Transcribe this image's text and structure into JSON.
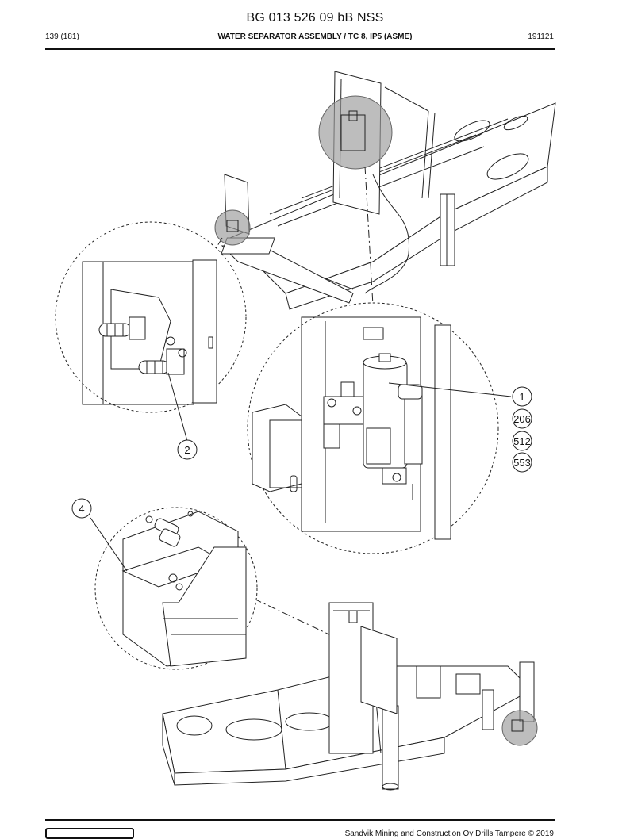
{
  "header": {
    "doc_number": "BG 013 526 09 bB NSS",
    "page": "139 (181)",
    "title": "WATER SEPARATOR ASSEMBLY / TC 8, IP5 (ASME)",
    "date": "191121"
  },
  "callouts": [
    {
      "label": "1"
    },
    {
      "label": "206"
    },
    {
      "label": "512"
    },
    {
      "label": "553"
    },
    {
      "label": "2"
    },
    {
      "label": "4"
    }
  ],
  "footer": {
    "copyright": "Sandvik Mining and Construction Oy Drills Tampere © 2019"
  },
  "colors": {
    "line": "#222222",
    "highlight": "#9a9a9a"
  }
}
